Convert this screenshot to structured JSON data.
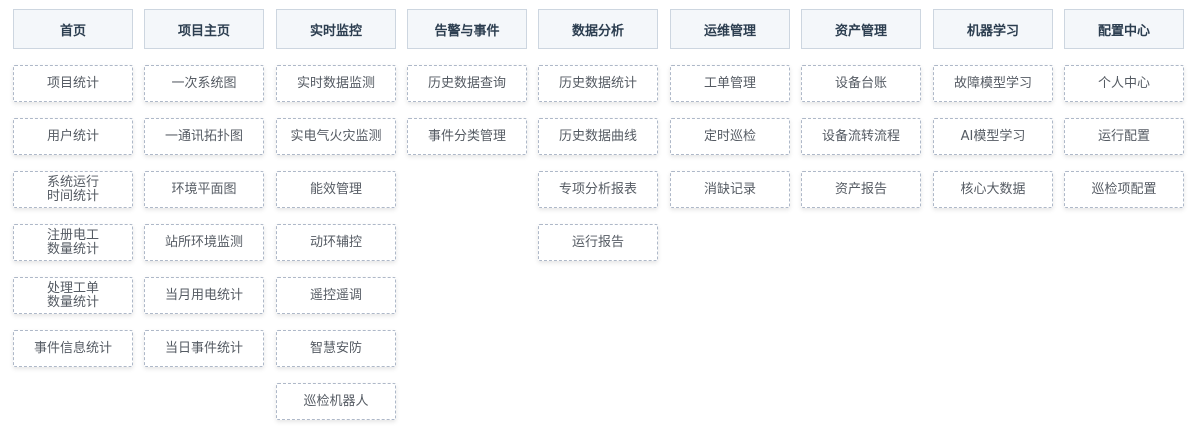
{
  "menu": [
    {
      "title": "首页",
      "items": [
        "项目统计",
        "用户统计",
        "系统运行\n时间统计",
        "注册电工\n数量统计",
        "处理工单\n数量统计",
        "事件信息统计"
      ]
    },
    {
      "title": "项目主页",
      "items": [
        "一次系统图",
        "一通讯拓扑图",
        "环境平面图",
        "站所环境监测",
        "当月用电统计",
        "当日事件统计"
      ]
    },
    {
      "title": "实时监控",
      "items": [
        "实时数据监测",
        "实电气火灾监测",
        "能效管理",
        "动环辅控",
        "遥控遥调",
        "智慧安防",
        "巡检机器人"
      ]
    },
    {
      "title": "告警与事件",
      "items": [
        "历史数据查询",
        "事件分类管理"
      ]
    },
    {
      "title": "数据分析",
      "items": [
        "历史数据统计",
        "历史数据曲线",
        "专项分析报表",
        "运行报告"
      ]
    },
    {
      "title": "运维管理",
      "items": [
        "工单管理",
        "定时巡检",
        "消缺记录"
      ]
    },
    {
      "title": "资产管理",
      "items": [
        "设备台账",
        "设备流转流程",
        "资产报告"
      ]
    },
    {
      "title": "机器学习",
      "items": [
        "故障模型学习",
        "AI模型学习",
        "核心大数据"
      ]
    },
    {
      "title": "配置中心",
      "items": [
        "个人中心",
        "运行配置",
        "巡检项配置"
      ]
    }
  ]
}
